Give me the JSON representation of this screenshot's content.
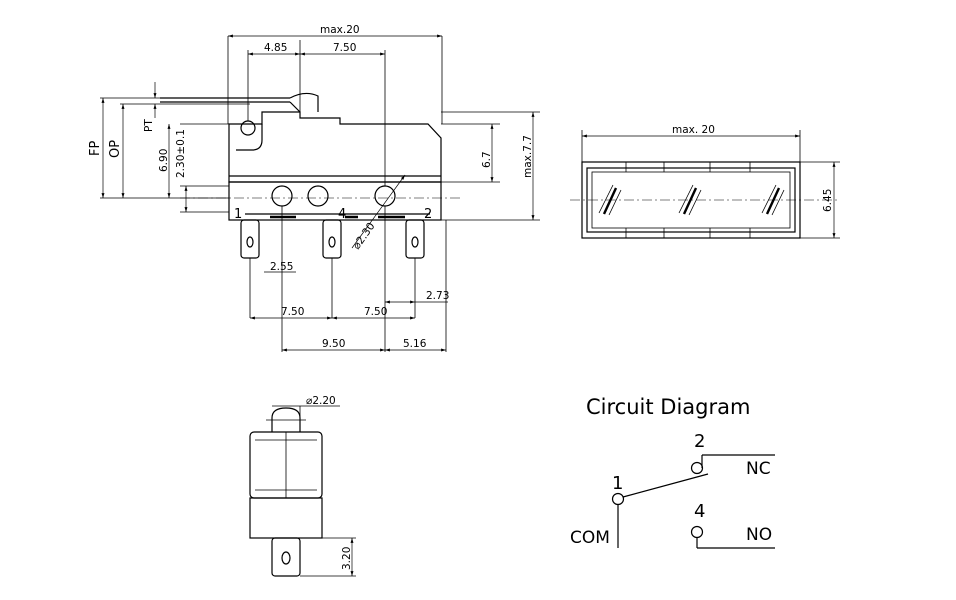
{
  "front_view": {
    "dim_max_width": "max.20",
    "dim_4_85": "4.85",
    "dim_7_50_top": "7.50",
    "dim_fp": "FP",
    "dim_op": "OP",
    "dim_pt": "PT",
    "dim_6_90": "6.90",
    "dim_2_30": "2.30±0.1",
    "dim_6_7": "6.7",
    "dim_max_7_7": "max.7.7",
    "dim_hole": "⌀2.30",
    "dim_2_55": "2.55",
    "dim_2_73": "2.73",
    "dim_7_50_left": "7.50",
    "dim_7_50_right": "7.50",
    "dim_9_50": "9.50",
    "dim_5_16": "5.16",
    "terminal_1": "1",
    "terminal_4": "4",
    "terminal_2": "2"
  },
  "top_view": {
    "dim_max_width": "max. 20",
    "dim_height": "6.45"
  },
  "side_view": {
    "dim_actuator": "⌀2.20",
    "dim_3_20": "3.20"
  },
  "circuit": {
    "title": "Circuit Diagram",
    "pin_1": "1",
    "pin_2": "2",
    "pin_4": "4",
    "label_nc": "NC",
    "label_no": "NO",
    "label_com": "COM"
  }
}
